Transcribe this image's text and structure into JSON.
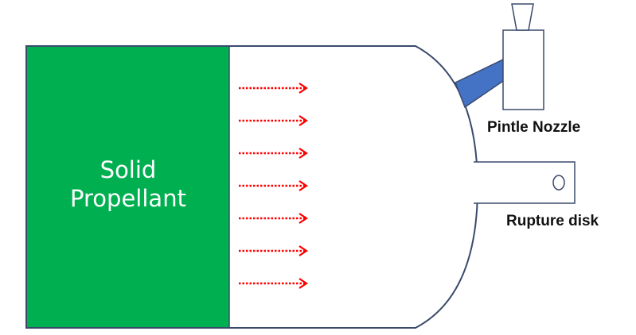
{
  "labels": {
    "propellant_line1": "Solid",
    "propellant_line2": "Propellant",
    "nozzle": "Pintle Nozzle",
    "rupture_disk": "Rupture disk"
  },
  "colors": {
    "propellant_fill": "#00b050",
    "outline": "#3a4a6b",
    "arrow": "#ff0000",
    "nozzle_pipe": "#4472c4"
  },
  "flow_arrows": {
    "count": 7
  }
}
